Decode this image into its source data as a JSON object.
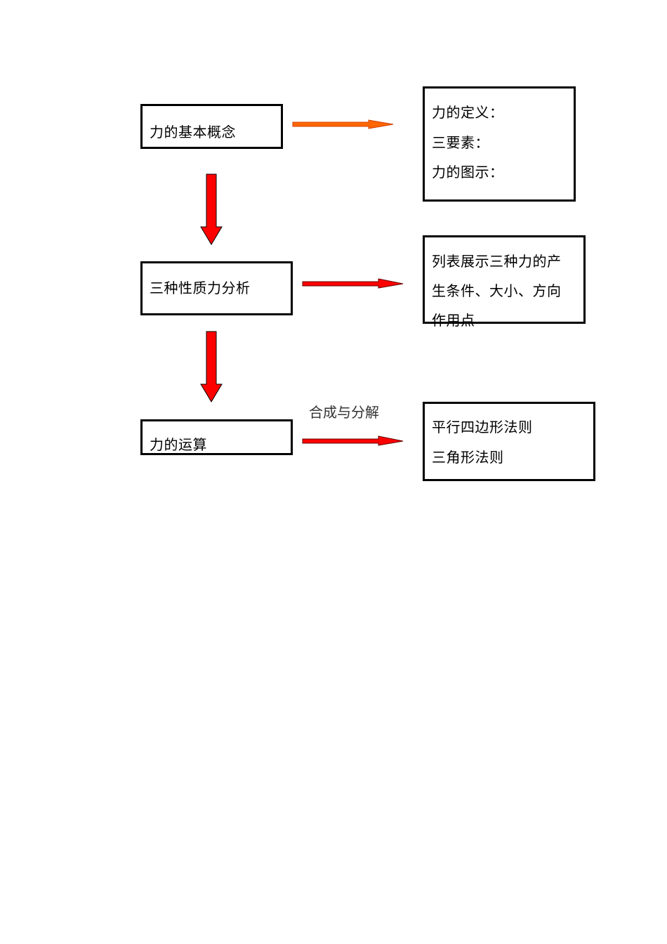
{
  "nodes": {
    "basic_concept": "力的基本概念",
    "three_forces": "三种性质力分析",
    "operations": "力的运算"
  },
  "details": {
    "basic_concept": [
      "力的定义：",
      "三要素：",
      "力的图示："
    ],
    "three_forces": [
      "列表展示三种力的产",
      "生条件、大小、方向",
      "作用点"
    ],
    "operations": [
      "平行四边形法则",
      "三角形法则"
    ]
  },
  "edge_label": "合成与分解",
  "colors": {
    "orange_arrow": "#ff6600",
    "red_arrow": "#ff0000",
    "border": "#000000"
  }
}
